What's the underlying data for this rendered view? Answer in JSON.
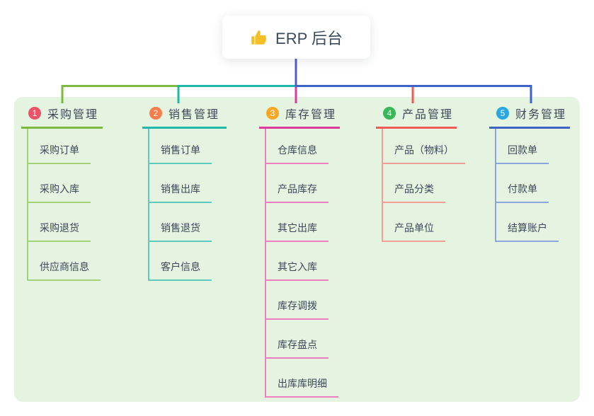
{
  "root": {
    "label": "ERP 后台",
    "icon": "thumbs-up-icon",
    "icon_color": "#f6bf26"
  },
  "theme": {
    "page_background": "#ffffff",
    "panel_background": "#e4f4e1",
    "text_color": "#3c4858",
    "root_connector_color": "#4f5ec9"
  },
  "branches": [
    {
      "index": "1",
      "label": "采购管理",
      "badge_color": "#ea5467",
      "line_color": "#7cb93e",
      "sub_line_color": "#a5d178",
      "children": [
        "采购订单",
        "采购入库",
        "采购退货",
        "供应商信息"
      ]
    },
    {
      "index": "2",
      "label": "销售管理",
      "badge_color": "#f97d4b",
      "line_color": "#1fb8aa",
      "sub_line_color": "#5fc9bd",
      "children": [
        "销售订单",
        "销售出库",
        "销售退货",
        "客户信息"
      ]
    },
    {
      "index": "3",
      "label": "库存管理",
      "badge_color": "#f9a825",
      "line_color": "#dc3a9d",
      "sub_line_color": "#ee7fc0",
      "children": [
        "仓库信息",
        "产品库存",
        "其它出库",
        "其它入库",
        "库存调拨",
        "库存盘点",
        "出库库明细"
      ]
    },
    {
      "index": "4",
      "label": "产品管理",
      "badge_color": "#3bb75a",
      "line_color": "#f05c55",
      "sub_line_color": "#f59e98",
      "children": [
        "产品（物料）",
        "产品分类",
        "产品单位"
      ]
    },
    {
      "index": "5",
      "label": "财务管理",
      "badge_color": "#29a7e0",
      "line_color": "#3e63c6",
      "sub_line_color": "#8aa6dd",
      "children": [
        "回款单",
        "付款单",
        "结算账户"
      ]
    }
  ]
}
